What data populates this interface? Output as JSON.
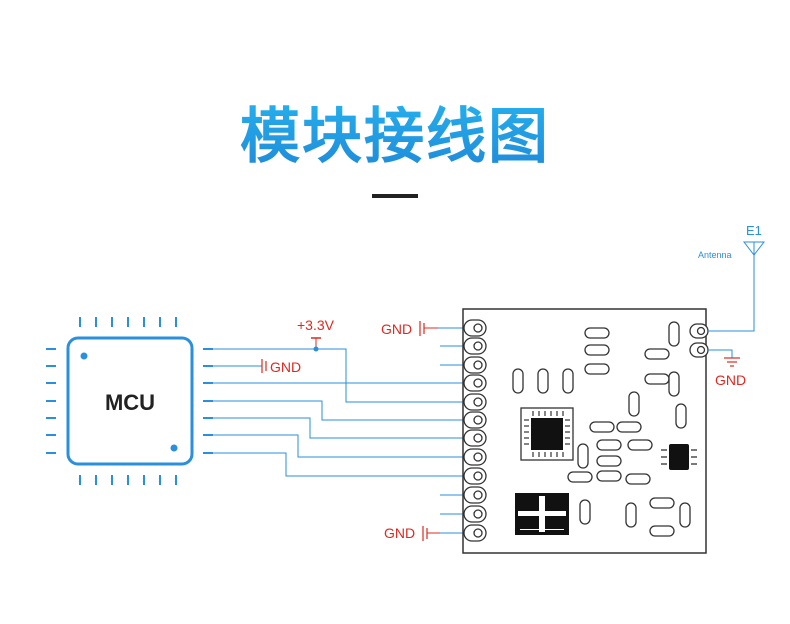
{
  "title": "模块接线图",
  "mcu": {
    "label": "MCU"
  },
  "labels": {
    "vcc": "+3.3V",
    "gnd_top": "GND",
    "gnd_mcu": "GND",
    "gnd_bottom": "GND",
    "gnd_antenna": "GND",
    "antenna_ref": "E1",
    "antenna_name": "Antenna"
  },
  "colors": {
    "title_gradient": [
      "#27b6f0",
      "#1e88d8"
    ],
    "mcu_blue": "#2a8fdc",
    "power_red": "#e0281f",
    "pcb_outline": "#333333"
  },
  "icons": [
    "mcu-chip-icon",
    "antenna-icon",
    "ground-symbol-icon",
    "qfn-chip-icon",
    "crystal-icon"
  ]
}
